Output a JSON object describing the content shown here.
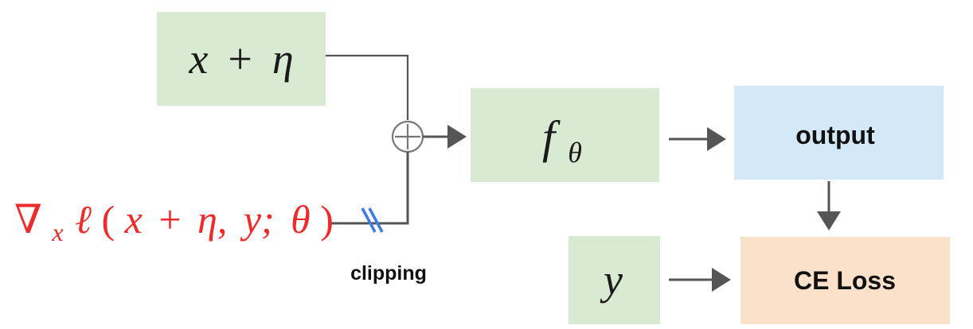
{
  "nodes": {
    "perturbed_input": {
      "var": "x",
      "op": "+",
      "noise": "η",
      "fill": "#d9ead3"
    },
    "model": {
      "func": "f",
      "sub": "θ",
      "fill": "#d9ead3"
    },
    "output": {
      "label": "output",
      "fill": "#d3e9f7"
    },
    "label_y": {
      "var": "y",
      "fill": "#d9ead3"
    },
    "loss": {
      "label": "CE Loss",
      "fill": "#fbe1c9"
    }
  },
  "gradient": {
    "nabla": "∇",
    "sub": "x",
    "loss_fn": "ℓ",
    "open": "(",
    "arg1_var": "x",
    "arg1_op": "+",
    "arg1_noise": "η,",
    "arg2": "y;",
    "arg3": "θ",
    "close": ")",
    "color": "#ee2a2a"
  },
  "sum_symbol": "⊕",
  "clipping": {
    "label": "clipping",
    "color": "#3d7be6"
  },
  "colors": {
    "wire": "#555555",
    "text": "#111111"
  }
}
